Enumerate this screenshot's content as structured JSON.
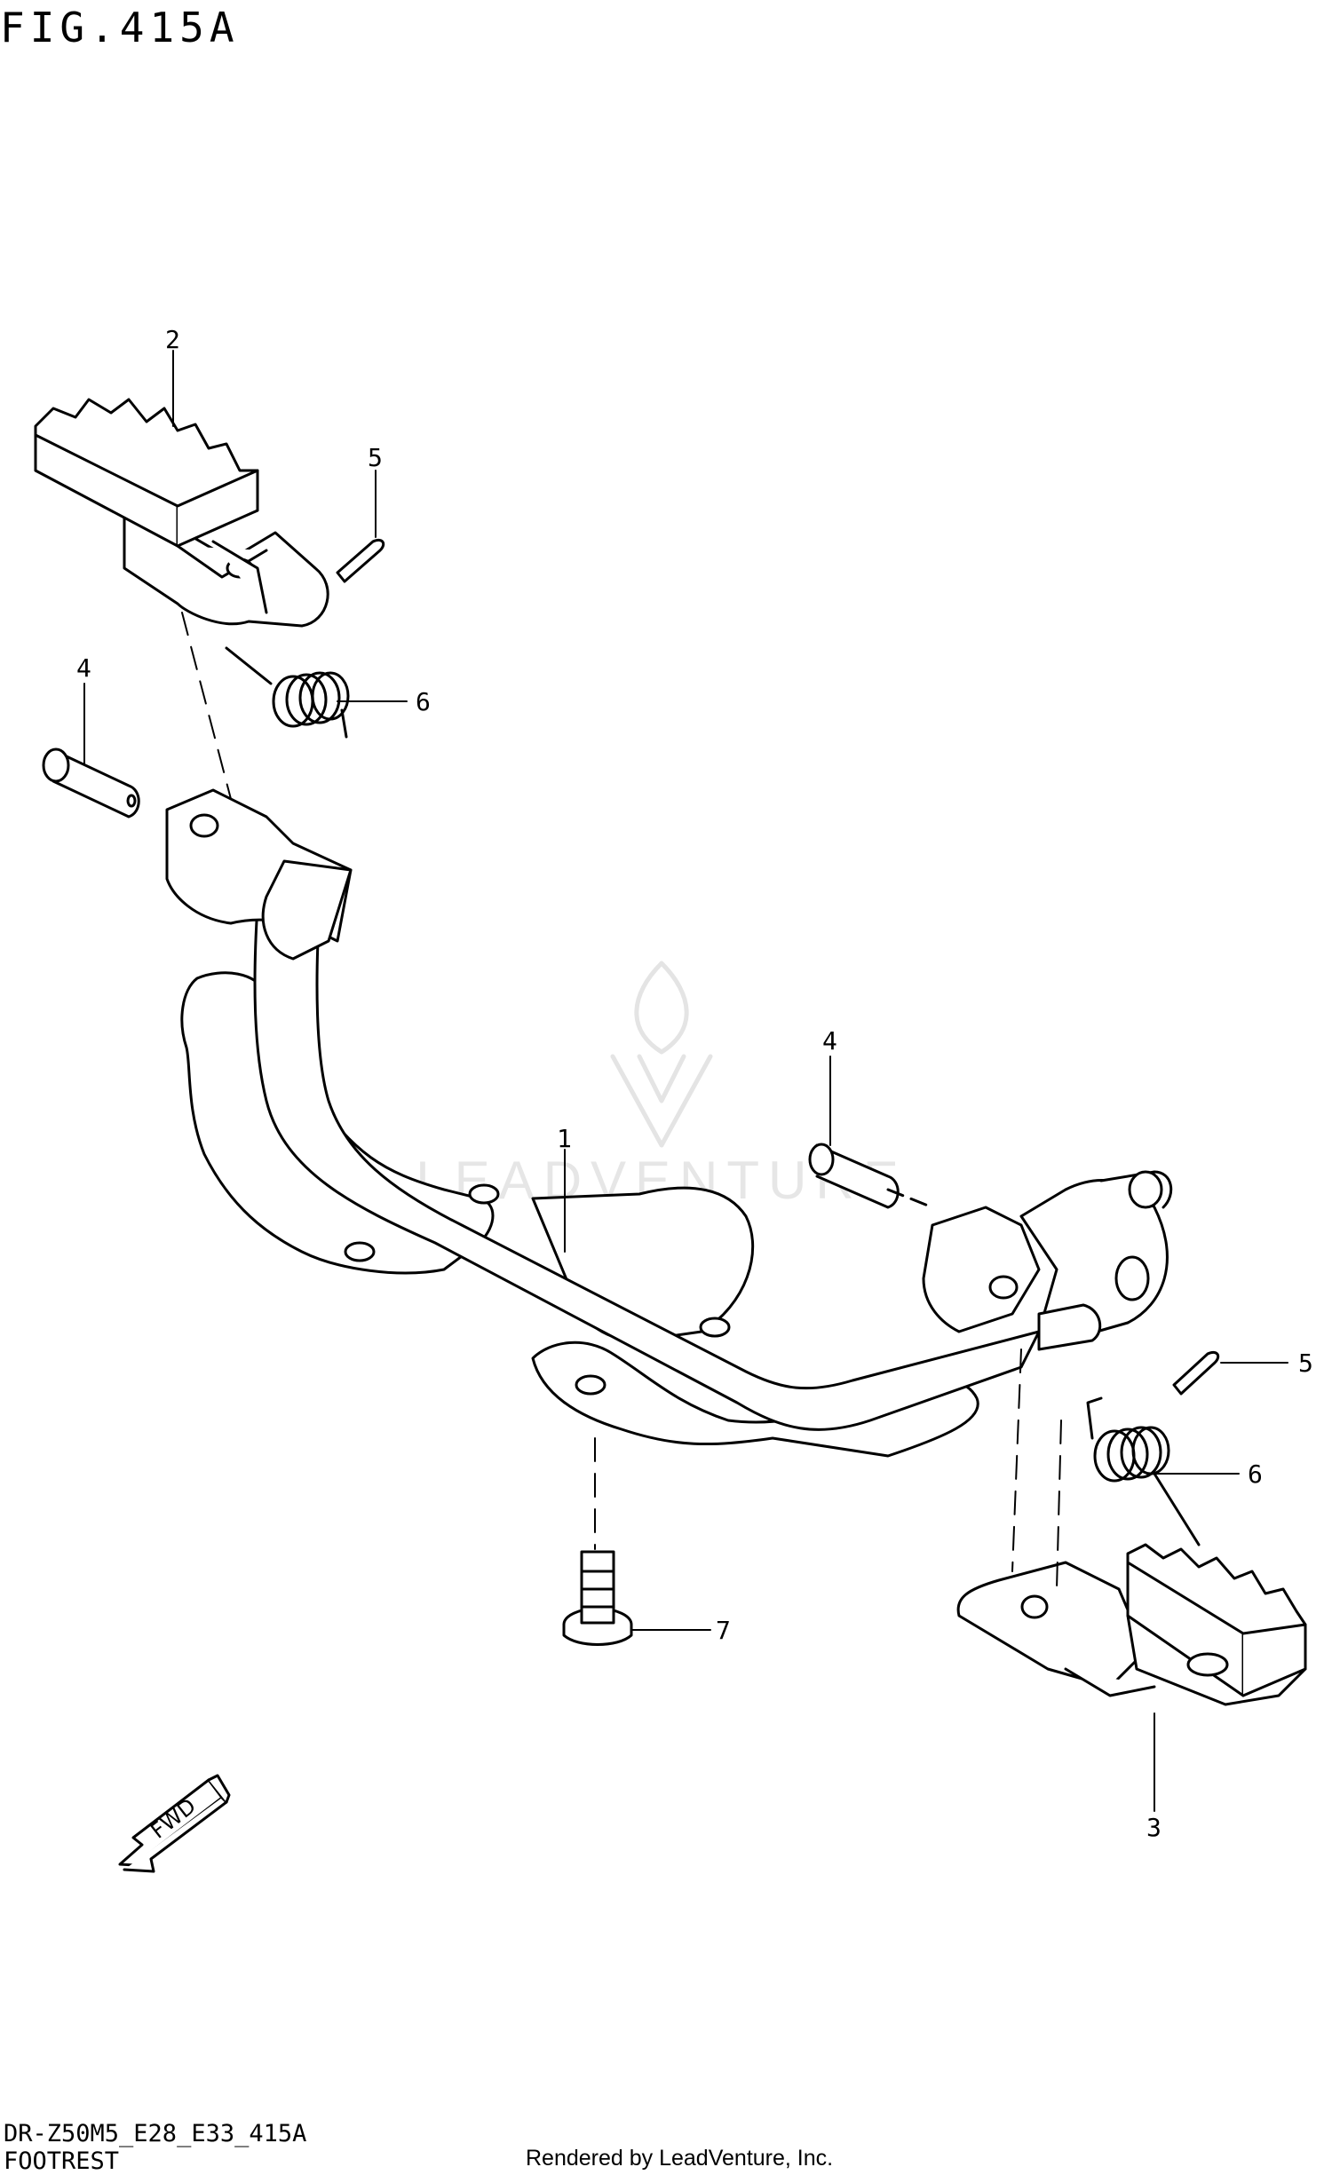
{
  "header": {
    "title": "FIG.415A"
  },
  "callouts": [
    {
      "id": "1",
      "text": "1"
    },
    {
      "id": "2",
      "text": "2"
    },
    {
      "id": "3",
      "text": "3"
    },
    {
      "id": "4a",
      "text": "4"
    },
    {
      "id": "4b",
      "text": "4"
    },
    {
      "id": "5a",
      "text": "5"
    },
    {
      "id": "5b",
      "text": "5"
    },
    {
      "id": "6a",
      "text": "6"
    },
    {
      "id": "6b",
      "text": "6"
    },
    {
      "id": "7",
      "text": "7"
    }
  ],
  "direction_badge": {
    "text": "FWD"
  },
  "watermark": {
    "text": "LEADVENTURE"
  },
  "footer": {
    "code": "DR-Z50M5_E28_E33_415A",
    "section": "FOOTREST",
    "rendered_by": "Rendered by LeadVenture, Inc."
  }
}
